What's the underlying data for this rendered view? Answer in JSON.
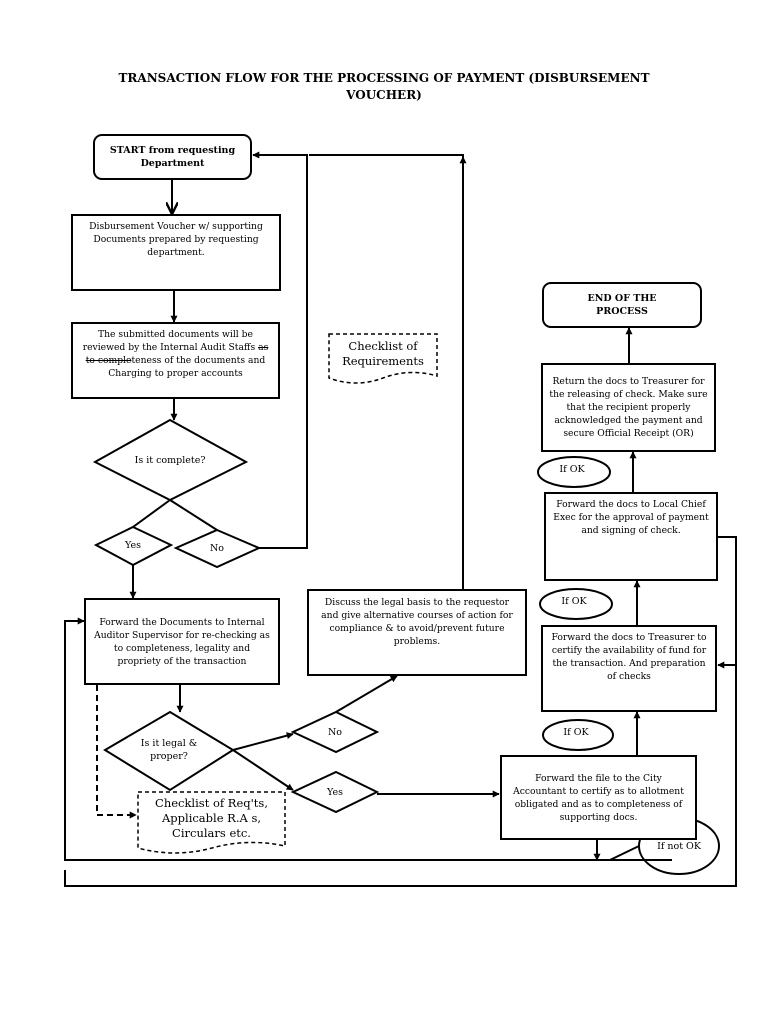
{
  "title": "TRANSACTION FLOW FOR THE PROCESSING OF PAYMENT (DISBURSEMENT VOUCHER)",
  "nodes": {
    "start": "START from requesting Department",
    "prepare": "Disbursement Voucher w/ supporting Documents prepared by requesting department.",
    "review_before": "The submitted documents will be reviewed by the Internal Audit Staffs ",
    "review_strike": "as to comple",
    "review_after": "teness of the documents and Charging to proper accounts",
    "is_complete": "Is it complete?",
    "yes1": "Yes",
    "no1": "No",
    "checklist1": "Checklist of Requirements",
    "supervisor": "Forward the Documents to Internal Auditor Supervisor for re-checking as to completeness, legality and propriety of the transaction",
    "is_legal": "Is it legal & proper?",
    "no2": "No",
    "yes2": "Yes",
    "discuss": "Discuss the legal basis to the requestor and give alternative courses of action for compliance & to avoid/prevent future problems.",
    "checklist2": "Checklist of Req'ts, Applicable R.A s, Circulars etc.",
    "city_accountant": "Forward the file to the City Accountant to certify as to allotment obligated and as to completeness of supporting docs.",
    "if_not_ok": "If not OK",
    "if_ok1": "If OK",
    "treasurer_certify": "Forward the docs to Treasurer to certify the availability of fund for the transaction. And preparation of checks",
    "if_ok2": "If OK",
    "chief_exec": "Forward the docs to Local Chief Exec for the approval of payment and signing of check.",
    "if_ok3": "If OK",
    "return_treasurer": "Return the docs to Treasurer for the releasing of check. Make sure that the recipient properly acknowledged the payment and secure Official Receipt (OR)",
    "end": "END OF THE PROCESS"
  }
}
